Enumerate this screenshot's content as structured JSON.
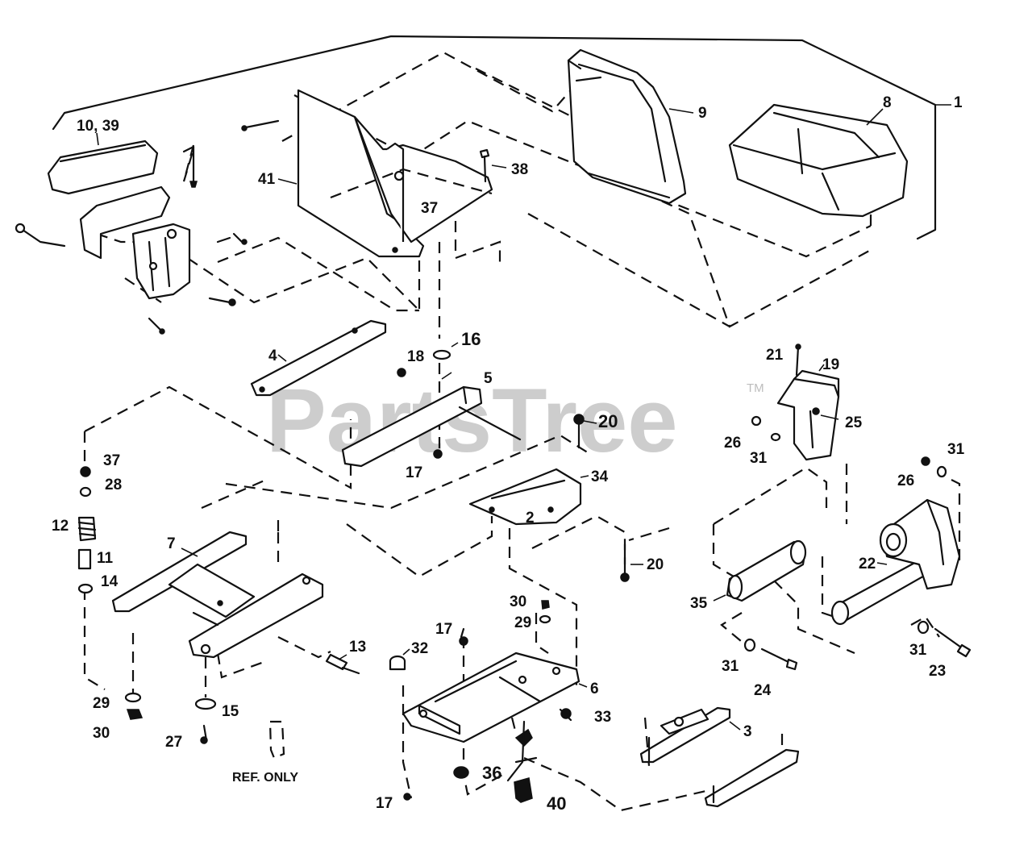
{
  "watermark": {
    "text": "PartsTree",
    "tm": "TM"
  },
  "ref_note": "REF. ONLY",
  "callouts": {
    "c1": "1",
    "c2": "2",
    "c3": "3",
    "c4": "4",
    "c5": "5",
    "c6": "6",
    "c7": "7",
    "c8": "8",
    "c9": "9",
    "c10_39": "10, 39",
    "c11": "11",
    "c12": "12",
    "c13": "13",
    "c14": "14",
    "c15": "15",
    "c16": "16",
    "c17a": "17",
    "c17b": "17",
    "c17c": "17",
    "c18": "18",
    "c19": "19",
    "c20a": "20",
    "c20b": "20",
    "c21": "21",
    "c22": "22",
    "c23": "23",
    "c24": "24",
    "c25": "25",
    "c26a": "26",
    "c26b": "26",
    "c27": "27",
    "c28": "28",
    "c29a": "29",
    "c29b": "29",
    "c30a": "30",
    "c30b": "30",
    "c31a": "31",
    "c31b": "31",
    "c31c": "31",
    "c31d": "31",
    "c32": "32",
    "c33": "33",
    "c34": "34",
    "c35": "35",
    "c36": "36",
    "c37a": "37",
    "c37b": "37",
    "c38": "38",
    "c40": "40",
    "c41": "41"
  }
}
